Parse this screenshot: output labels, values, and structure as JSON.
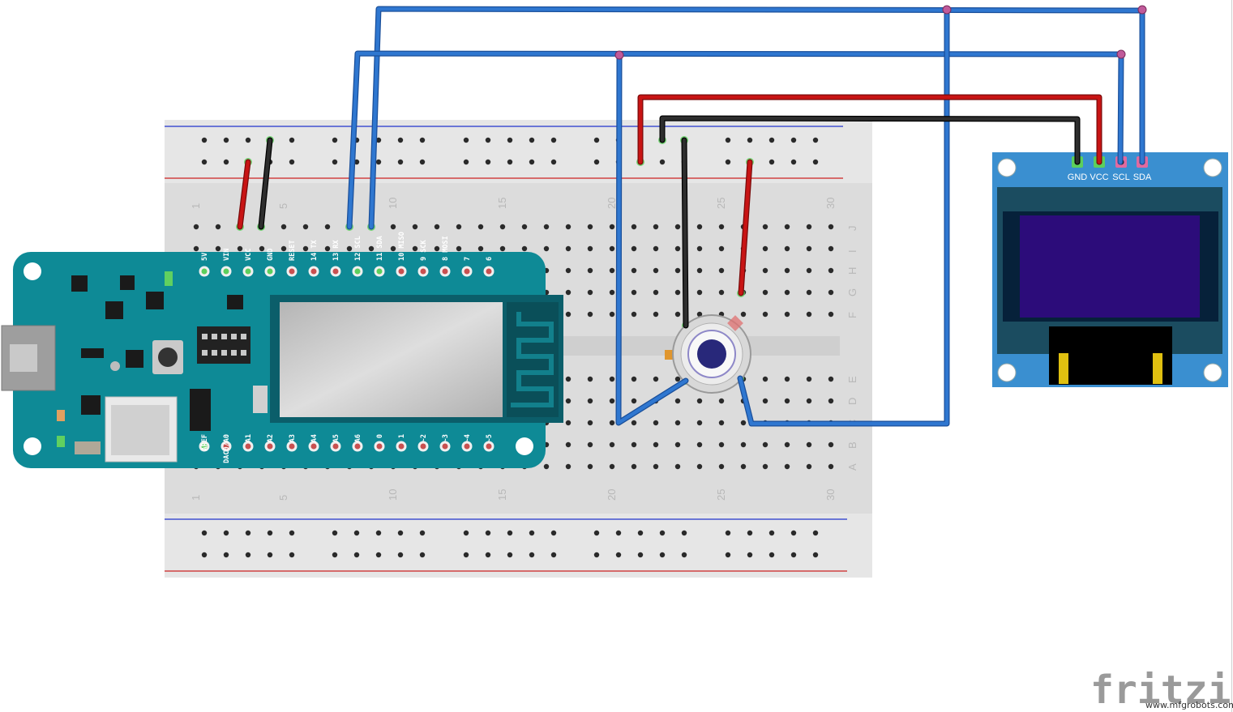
{
  "arduino": {
    "top_pins": [
      "5V",
      "VIN",
      "VCC",
      "GND",
      "RESET",
      "14 TX",
      "13 RX",
      "12 SCL",
      "11 SDA",
      "10 MISO",
      "9 SCK",
      "8 MOSI",
      "7",
      "6"
    ],
    "bottom_pins": [
      "AREF",
      "DAC0/A0",
      "A1",
      "A2",
      "A3",
      "A4",
      "A5",
      "A6",
      "0",
      "1",
      "~2",
      "~3",
      "~4",
      "~5"
    ]
  },
  "oled": {
    "pins": [
      "GND",
      "VCC",
      "SCL",
      "SDA"
    ]
  },
  "breadboard": {
    "top_numbers": [
      "1",
      "5",
      "10",
      "15",
      "20",
      "25",
      "30"
    ],
    "bottom_numbers": [
      "1",
      "5",
      "10",
      "15",
      "20",
      "25",
      "30"
    ],
    "row_letters_top": [
      "J",
      "I",
      "H",
      "G",
      "F"
    ],
    "row_letters_bottom": [
      "E",
      "D",
      "C",
      "B",
      "A"
    ]
  },
  "branding": {
    "logo": "fritzing",
    "site": "www.mfgrobots.com"
  },
  "colors": {
    "wire_blue": "#2f77d0",
    "wire_red": "#c81414",
    "wire_black": "#1e1e1e",
    "arduino_teal": "#0e8a96",
    "oled_blue": "#3a8fd0",
    "oled_screen": "#2c0c7a"
  }
}
